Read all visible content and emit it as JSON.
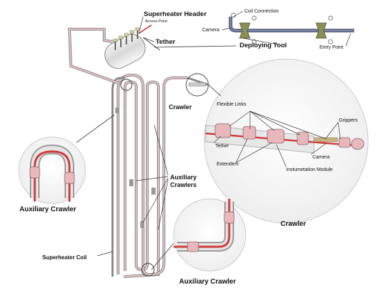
{
  "labels": {
    "superheater_header": "Superheater Header",
    "access_point": "Access Point",
    "tether_top": "Tether",
    "coil_connection": "Coil Connection",
    "camera_top": "Camera",
    "deploying_tool": "Deploying Tool",
    "entry_point": "Entry Point",
    "crawler": "Crawler",
    "flexible_links": "Flexible Links",
    "grippers": "Grippers",
    "tether_detail": "Tether",
    "camera_detail": "Camera",
    "extenders": "Extenders",
    "instrumentation_module": "Instumetation Module",
    "auxiliary_crawlers": "Auxiliary",
    "auxiliary_crawlers_2": "Crawlers",
    "auxiliary_crawler_left": "Auxiliary Crawler",
    "crawler_detail_title": "Crawler",
    "superheater_coil": "Superheater Coil",
    "auxiliary_crawler_bottom": "Auxiliary Crawler"
  },
  "colors": {
    "tube_outline": "#777777",
    "tube_core": "#d23a3a",
    "tool_body": "#4b5575",
    "bracket": "#8a8f55",
    "module": "#e8b8bd"
  }
}
